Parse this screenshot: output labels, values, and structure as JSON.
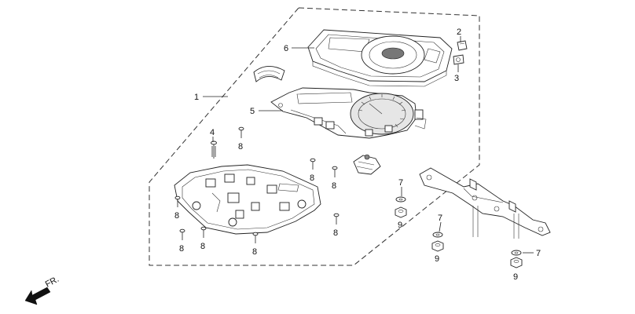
{
  "labels": {
    "p1": "1",
    "p2": "2",
    "p3": "3",
    "p4": "4",
    "p5": "5",
    "p6": "6",
    "p7a": "7",
    "p7b": "7",
    "p7c": "7",
    "p8a": "8",
    "p8b": "8",
    "p8c": "8",
    "p8d": "8",
    "p8e": "8",
    "p8f": "8",
    "p8g": "8",
    "p8h": "8",
    "p9a": "9",
    "p9b": "9",
    "p9c": "9"
  },
  "direction": {
    "label": "FR."
  },
  "icons": {
    "direction": "arrow-front-icon"
  },
  "colors": {
    "line": "#222222",
    "background": "#ffffff",
    "meter_face": "#e6e6e6"
  }
}
